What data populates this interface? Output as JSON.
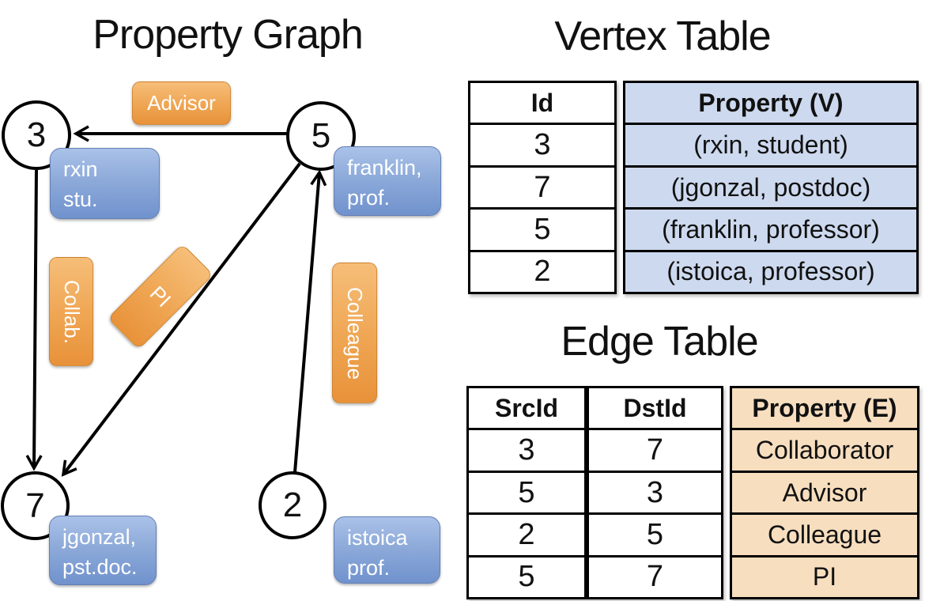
{
  "graph": {
    "title": "Property Graph",
    "nodes": [
      {
        "id": "3",
        "prop_line1": "rxin",
        "prop_line2": "stu."
      },
      {
        "id": "5",
        "prop_line1": "franklin,",
        "prop_line2": "prof."
      },
      {
        "id": "7",
        "prop_line1": "jgonzal,",
        "prop_line2": "pst.doc."
      },
      {
        "id": "2",
        "prop_line1": "istoica",
        "prop_line2": "prof."
      }
    ],
    "edge_labels": {
      "advisor": "Advisor",
      "collab": "Collab.",
      "pi": "PI",
      "colleague": "Colleague"
    }
  },
  "vertex_table": {
    "title": "Vertex Table",
    "headers": {
      "id": "Id",
      "property": "Property (V)"
    },
    "rows": [
      {
        "id": "3",
        "property": "(rxin, student)"
      },
      {
        "id": "7",
        "property": "(jgonzal, postdoc)"
      },
      {
        "id": "5",
        "property": "(franklin, professor)"
      },
      {
        "id": "2",
        "property": "(istoica, professor)"
      }
    ]
  },
  "edge_table": {
    "title": "Edge Table",
    "headers": {
      "src": "SrcId",
      "dst": "DstId",
      "property": "Property (E)"
    },
    "rows": [
      {
        "src": "3",
        "dst": "7",
        "property": "Collaborator"
      },
      {
        "src": "5",
        "dst": "3",
        "property": "Advisor"
      },
      {
        "src": "2",
        "dst": "5",
        "property": "Colleague"
      },
      {
        "src": "5",
        "dst": "7",
        "property": "PI"
      }
    ]
  },
  "colors": {
    "edge_label_orange": "#efa552",
    "vertex_box_blue": "#7092cd",
    "vertex_table_fill": "#cdd9ee",
    "edge_table_fill": "#f6debf",
    "line_black": "#000000"
  }
}
